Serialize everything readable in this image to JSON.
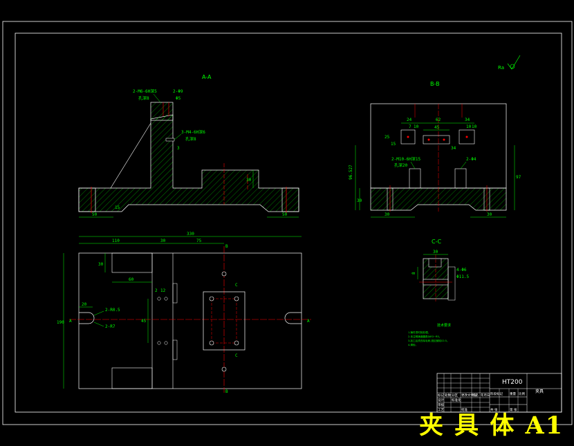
{
  "sections": {
    "aa": "A-A",
    "bb": "B-B",
    "cc": "C-C"
  },
  "roughness": "Ra",
  "dims_front": {
    "d50_left": "50",
    "d50_right": "50",
    "d30": "30",
    "hole_top": "2-M6-6H深5",
    "hole_top_sub": "孔深8",
    "d12": "2-Φ9",
    "d10": "Φ5",
    "hole_mid": "3-M4-6H深6",
    "hole_mid_sub": "孔深8",
    "d3": "3",
    "d15": "15"
  },
  "dims_bb": {
    "d24": "24",
    "d62": "62",
    "d34": "34",
    "d45": "45",
    "d7": "7",
    "d10a": "10",
    "d10b": "10",
    "d10c": "10",
    "d25": "25",
    "d15b": "15",
    "d34b": "34",
    "hole": "2-M10-6H深15",
    "hole_sub": "孔深20",
    "d4": "2-Φ4",
    "d30": "30",
    "d96": "96.527",
    "d97": "97",
    "d30b": "30",
    "d30c": "30"
  },
  "dims_plan": {
    "d330": "330",
    "d110": "110",
    "d30": "30",
    "d75": "75",
    "d30v": "30",
    "d60": "60",
    "d190": "190",
    "d20": "20",
    "d12": "12",
    "d2": "2",
    "d45": "45",
    "r05": "2-R0.5",
    "r67": "2-R7",
    "b_top": "B",
    "b_bot": "B",
    "c_top": "C",
    "c_bot": "C",
    "a_left": "A",
    "a_right": "A"
  },
  "dims_cc": {
    "d30": "30",
    "d8": "8",
    "d5": "4-Φ6",
    "d15": "Φ11.5"
  },
  "notes": {
    "title": "技术要求",
    "lines": [
      "1.铸件须时效处理。",
      "2.未注明铸造圆角为R3~R5。",
      "3.加工后须去除毛刺,锐边倒钝C0.5。",
      "4.清砂。"
    ]
  },
  "title_block": {
    "material": "HT200",
    "name": "夹具",
    "cells": [
      "标记",
      "处数",
      "分区",
      "更改文件号",
      "签名",
      "年月日",
      "设计",
      "标准化",
      "阶段标记",
      "重量",
      "比例",
      "审核",
      "工艺",
      "批准",
      "共 张",
      "第 张"
    ]
  },
  "watermark": "夹 具 体 A1"
}
